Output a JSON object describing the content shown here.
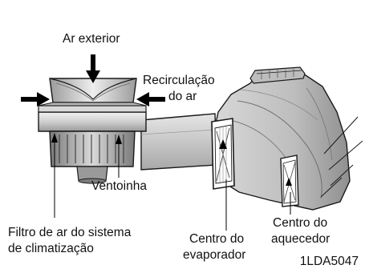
{
  "labels": {
    "ar_exterior": "Ar exterior",
    "recirculacao_line1": "Recirculação",
    "recirculacao_line2": "do ar",
    "ventoinha": "Ventoinha",
    "filtro_line1": "Filtro de ar do sistema",
    "filtro_line2": "de climatização",
    "evaporador_line1": "Centro do",
    "evaporador_line2": "evaporador",
    "aquecedor_line1": "Centro do",
    "aquecedor_line2": "aquecedor",
    "figure_code": "1LDA5047"
  },
  "colors": {
    "background": "#ffffff",
    "housing_light": "#e8e8e8",
    "housing_mid": "#c4c4c4",
    "housing_dark": "#8c8c8c",
    "outline": "#1a1a1a",
    "arrow": "#000000"
  },
  "icons": {
    "inlet_arrows": "arrow-icon",
    "core_flow_arrows": "arrow-icon"
  }
}
